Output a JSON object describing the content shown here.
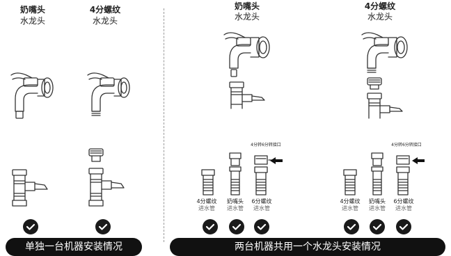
{
  "left_section": {
    "col1": {
      "title": "奶嘴头",
      "subtitle": "水龙头"
    },
    "col2": {
      "title": "4分螺纹",
      "subtitle": "水龙头"
    },
    "banner": "单独一台机器安装情况"
  },
  "right_section": {
    "group1": {
      "title": "奶嘴头",
      "subtitle": "水龙头",
      "adapter_note": "4分转6分转接口",
      "pipes": [
        {
          "line1": "4分螺纹",
          "line2": "进水管"
        },
        {
          "line1": "奶嘴头",
          "line2": "进水管"
        },
        {
          "line1": "6分螺纹",
          "line2": "进水管"
        }
      ]
    },
    "group2": {
      "title": "4分螺纹",
      "subtitle": "水龙头",
      "adapter_note": "4分转6分转接口",
      "pipes": [
        {
          "line1": "4分螺纹",
          "line2": "进水管"
        },
        {
          "line1": "奶嘴头",
          "line2": "进水管"
        },
        {
          "line1": "6分螺纹",
          "line2": "进水管"
        }
      ]
    },
    "banner": "两台机器共用一个水龙头安装情况"
  },
  "icons": {
    "check": "check-circle-icon",
    "arrow": "arrow-left-icon",
    "faucet": "faucet-icon",
    "valve": "valve-icon",
    "hose": "hose-connector-icon"
  }
}
